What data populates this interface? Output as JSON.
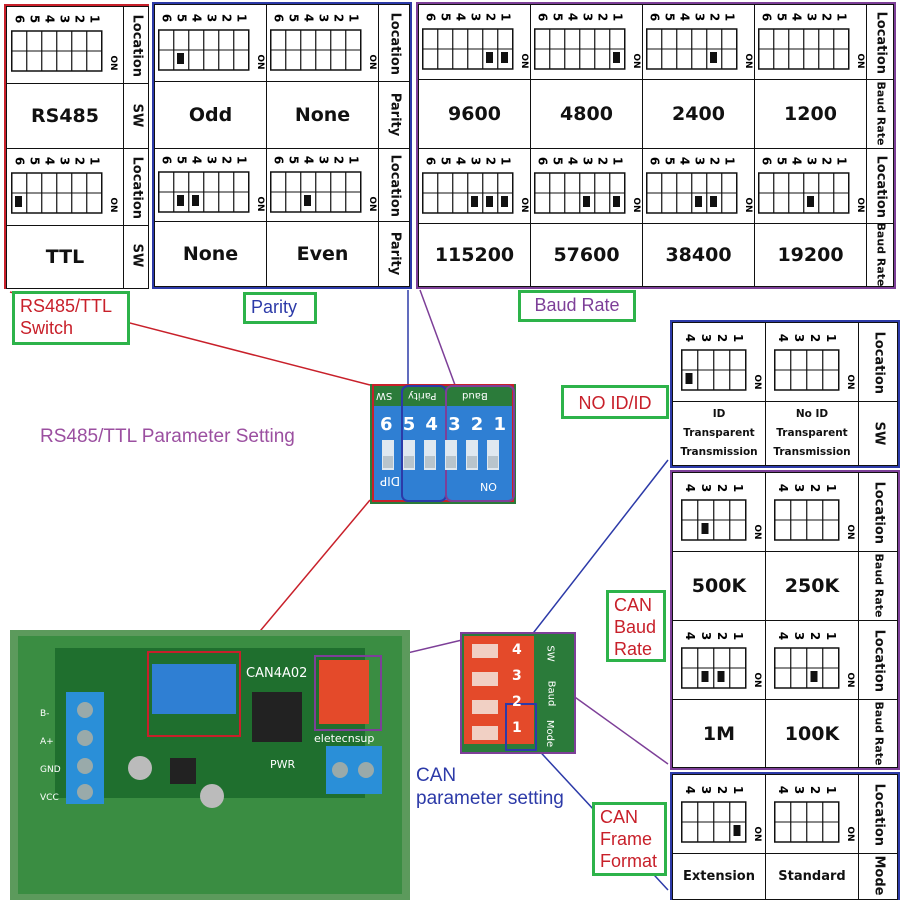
{
  "colors": {
    "red": "#c8202a",
    "blue": "#2c3aa8",
    "purple": "#7d3f98",
    "green": "#2db34a",
    "board": "#2f8a3a",
    "dip_blue": "#2f7fd3",
    "dip_red": "#e44a2a"
  },
  "row_labels": {
    "location": "Location",
    "sw": "SW",
    "parity": "Parity",
    "baud_rate": "Baud Rate",
    "mode": "Mode",
    "on": "ON"
  },
  "rs485_ttl": {
    "pin_numbers": [
      "6",
      "5",
      "4",
      "3",
      "2",
      "1"
    ],
    "rows": [
      {
        "value": "RS485",
        "switch_on": []
      },
      {
        "value": "TTL",
        "switch_on": [
          6
        ]
      }
    ]
  },
  "parity": {
    "pin_numbers": [
      "6",
      "5",
      "4",
      "3",
      "2",
      "1"
    ],
    "rows": [
      [
        {
          "value": "Odd",
          "switch_on": [
            5
          ]
        },
        {
          "value": "None",
          "switch_on": []
        }
      ],
      [
        {
          "value": "None",
          "switch_on": [
            5,
            4
          ]
        },
        {
          "value": "Even",
          "switch_on": [
            4
          ]
        }
      ]
    ]
  },
  "baud": {
    "pin_numbers": [
      "6",
      "5",
      "4",
      "3",
      "2",
      "1"
    ],
    "rows": [
      [
        {
          "value": "9600",
          "switch_on": [
            2,
            1
          ]
        },
        {
          "value": "4800",
          "switch_on": [
            1
          ]
        },
        {
          "value": "2400",
          "switch_on": [
            2
          ]
        },
        {
          "value": "1200",
          "switch_on": []
        }
      ],
      [
        {
          "value": "115200",
          "switch_on": [
            3,
            2,
            1
          ]
        },
        {
          "value": "57600",
          "switch_on": [
            3,
            1
          ]
        },
        {
          "value": "38400",
          "switch_on": [
            3,
            2
          ]
        },
        {
          "value": "19200",
          "switch_on": [
            3
          ]
        }
      ]
    ]
  },
  "can_id": {
    "pin_numbers": [
      "4",
      "3",
      "2",
      "1"
    ],
    "cells": [
      {
        "lines": [
          "ID",
          "Transparent",
          "Transmission"
        ],
        "switch_on": [
          4
        ]
      },
      {
        "lines": [
          "No ID",
          "Transparent",
          "Transmission"
        ],
        "switch_on": []
      }
    ]
  },
  "can_baud": {
    "pin_numbers": [
      "4",
      "3",
      "2",
      "1"
    ],
    "rows": [
      [
        {
          "value": "500K",
          "switch_on": [
            3
          ]
        },
        {
          "value": "250K",
          "switch_on": []
        }
      ],
      [
        {
          "value": "1M",
          "switch_on": [
            3,
            2
          ]
        },
        {
          "value": "100K",
          "switch_on": [
            2
          ]
        }
      ]
    ]
  },
  "can_frame": {
    "pin_numbers": [
      "4",
      "3",
      "2",
      "1"
    ],
    "cells": [
      {
        "value": "Extension",
        "switch_on": [
          1
        ]
      },
      {
        "value": "Standard",
        "switch_on": []
      }
    ]
  },
  "callouts": {
    "rs485_ttl_switch": [
      "RS485/TTL",
      "Switch"
    ],
    "parity": "Parity",
    "baud_rate": "Baud Rate",
    "no_id": "NO ID/ID",
    "can_baud": [
      "CAN",
      "Baud",
      "Rate"
    ],
    "can_frame": [
      "CAN",
      "Frame",
      "Format"
    ]
  },
  "headings": {
    "rs485_param": "RS485/TTL Parameter Setting",
    "can_param": [
      "CAN",
      "parameter setting"
    ]
  },
  "photo": {
    "board_name": "CAN4A02",
    "brand": "eletecnsup",
    "pwr": "PWR",
    "dip_label": "DIP",
    "terminal_labels": [
      "B-",
      "A+",
      "GND",
      "VCC"
    ],
    "blue_dip_header": [
      "SW",
      "Parity",
      "Baud"
    ],
    "blue_dip_numbers": [
      "6",
      "5",
      "4",
      "3",
      "2",
      "1"
    ],
    "red_dip_header": [
      "Mode",
      "Baud",
      "SW"
    ],
    "red_dip_numbers": [
      "1",
      "2",
      "3",
      "4"
    ],
    "on_label": "ON"
  }
}
